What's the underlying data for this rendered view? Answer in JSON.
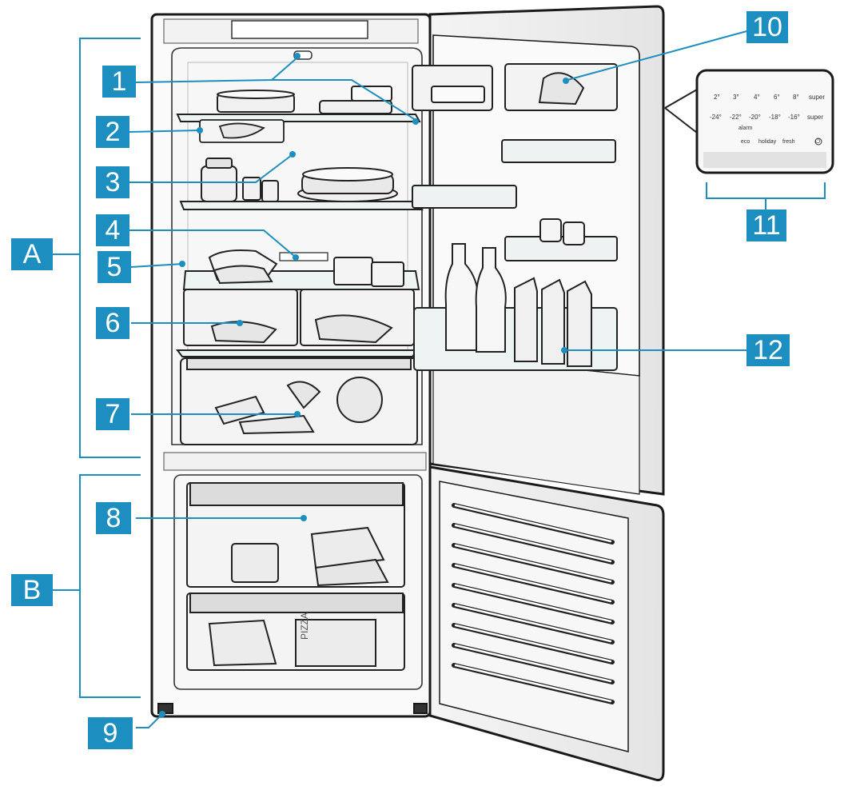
{
  "diagram": {
    "accent_color": "#1c8fc0",
    "callouts": {
      "c1": "1",
      "c2": "2",
      "c3": "3",
      "c4": "4",
      "c5": "5",
      "c6": "6",
      "c7": "7",
      "c8": "8",
      "c9": "9",
      "c10": "10",
      "c11": "11",
      "c12": "12",
      "cA": "A",
      "cB": "B"
    },
    "control_panel": {
      "fridge_temps": [
        "2°",
        "3°",
        "4°",
        "6°",
        "8°",
        "super"
      ],
      "freezer_temps": [
        "-24°",
        "-22°",
        "-20°",
        "-18°",
        "-16°",
        "super"
      ],
      "alarm": "alarm",
      "modes": [
        "eco",
        "holiday",
        "fresh"
      ],
      "power_icon": "power-icon"
    },
    "pizza_box_text": "PIZZA"
  }
}
